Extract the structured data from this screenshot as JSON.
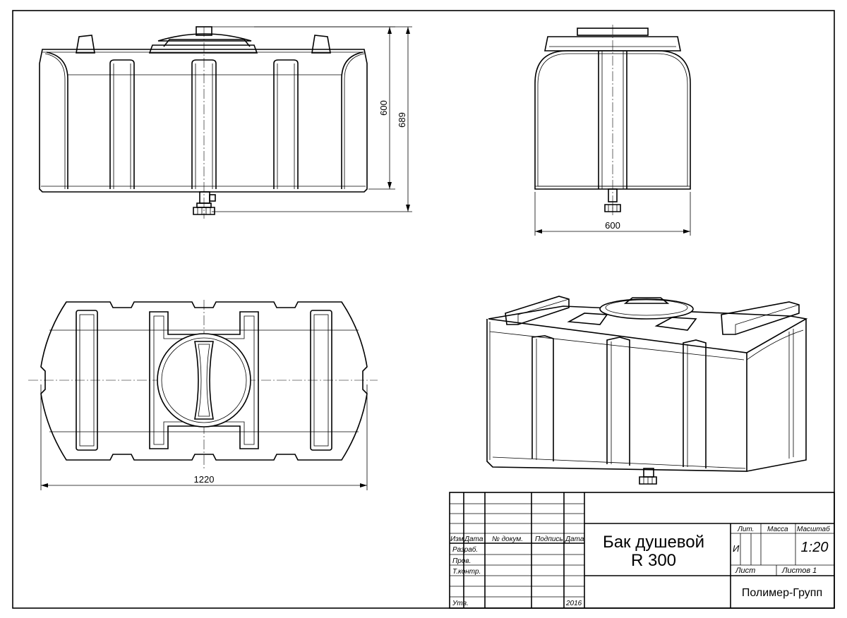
{
  "dimensions": {
    "side_height": "600",
    "side_overall_height": "689",
    "end_width": "600",
    "length": "1220"
  },
  "title_block": {
    "cols": {
      "izm": "Изм",
      "data": "Дата",
      "doc": "№ докум.",
      "sign": "Подпись",
      "date": "Дата"
    },
    "rows": {
      "razrab": "Разраб.",
      "prov": "Пров.",
      "tkontr": "Т.контр.",
      "utv": "Утв."
    },
    "year": "2016",
    "title_line1": "Бак душевой",
    "title_line2": "R 300",
    "lit_label": "Лит.",
    "mass_label": "Масса",
    "scale_label": "Масштаб",
    "lit_value": "И",
    "scale_value": "1:20",
    "sheet_label": "Лист",
    "sheets_label": "Листов 1",
    "company": "Полимер-Групп"
  }
}
